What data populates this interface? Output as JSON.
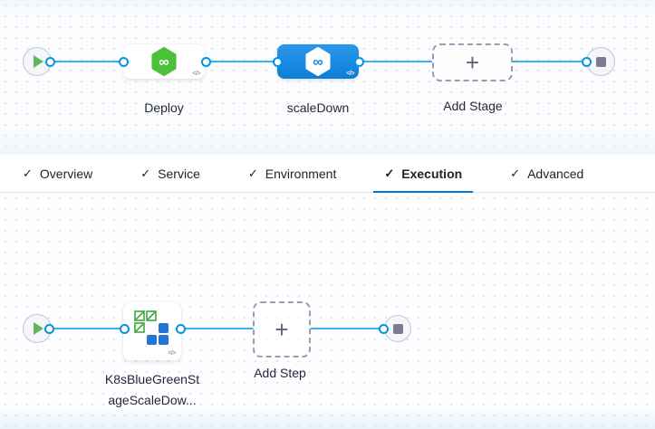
{
  "icons": {
    "check": "✓",
    "plus": "+",
    "code": "</>",
    "infinity": "∞"
  },
  "colors": {
    "accent": "#0278d5",
    "edge_line": "#3db1ee",
    "connector_ring": "#0095e6",
    "selected_stage_blue": "#1586dd",
    "deploy_green": "#4cbf3b",
    "k8s_green": "#3fa63d",
    "k8s_blue": "#2376d4",
    "play_green": "#5cb85c",
    "stop_gray": "#7b7b93"
  },
  "stage_pipeline": {
    "stages": [
      {
        "label": "Deploy",
        "selected": false
      },
      {
        "label": "scaleDown",
        "selected": true
      }
    ],
    "add_stage_label": "Add Stage"
  },
  "tabs": {
    "active": "Execution",
    "items": [
      {
        "label": "Overview",
        "checked": true
      },
      {
        "label": "Service",
        "checked": true
      },
      {
        "label": "Environment",
        "checked": true
      },
      {
        "label": "Execution",
        "checked": true
      },
      {
        "label": "Advanced",
        "checked": true
      }
    ]
  },
  "execution_graph": {
    "step_label_line1": "K8sBlueGreenSt",
    "step_label_line2": "ageScaleDow...",
    "add_step_label": "Add Step"
  }
}
